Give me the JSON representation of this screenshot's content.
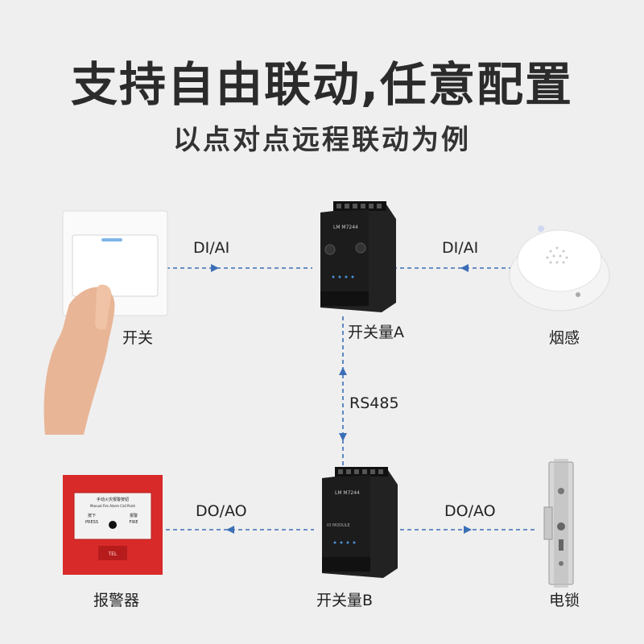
{
  "title": "支持自由联动,任意配置",
  "subtitle": "以点对点远程联动为例",
  "nodes": {
    "switch": "开关",
    "smoke": "烟感",
    "module_a": "开关量A",
    "module_b": "开关量B",
    "alarm": "报警器",
    "lock": "电锁"
  },
  "links": {
    "left_top": "DI/AI",
    "right_top": "DI/AI",
    "bus": "RS485",
    "left_bottom": "DO/AO",
    "right_bottom": "DO/AO"
  },
  "devices": {
    "module_top_text": "LM M7244",
    "module_side_text": "IO MODULE",
    "alarm_label": "手动火灾报警按钮",
    "alarm_label_en": "Manual Fire Alarm Call Point",
    "alarm_press_cn": "按下",
    "alarm_press_en": "PRESS",
    "alarm_fire_cn": "报警",
    "alarm_fire_en": "FIRE",
    "alarm_tel": "TEL"
  },
  "colors": {
    "line": "#3b6fb6",
    "alarm_red": "#d92a2a",
    "module_black": "#1c1c1c",
    "title": "#2b2b2b"
  }
}
